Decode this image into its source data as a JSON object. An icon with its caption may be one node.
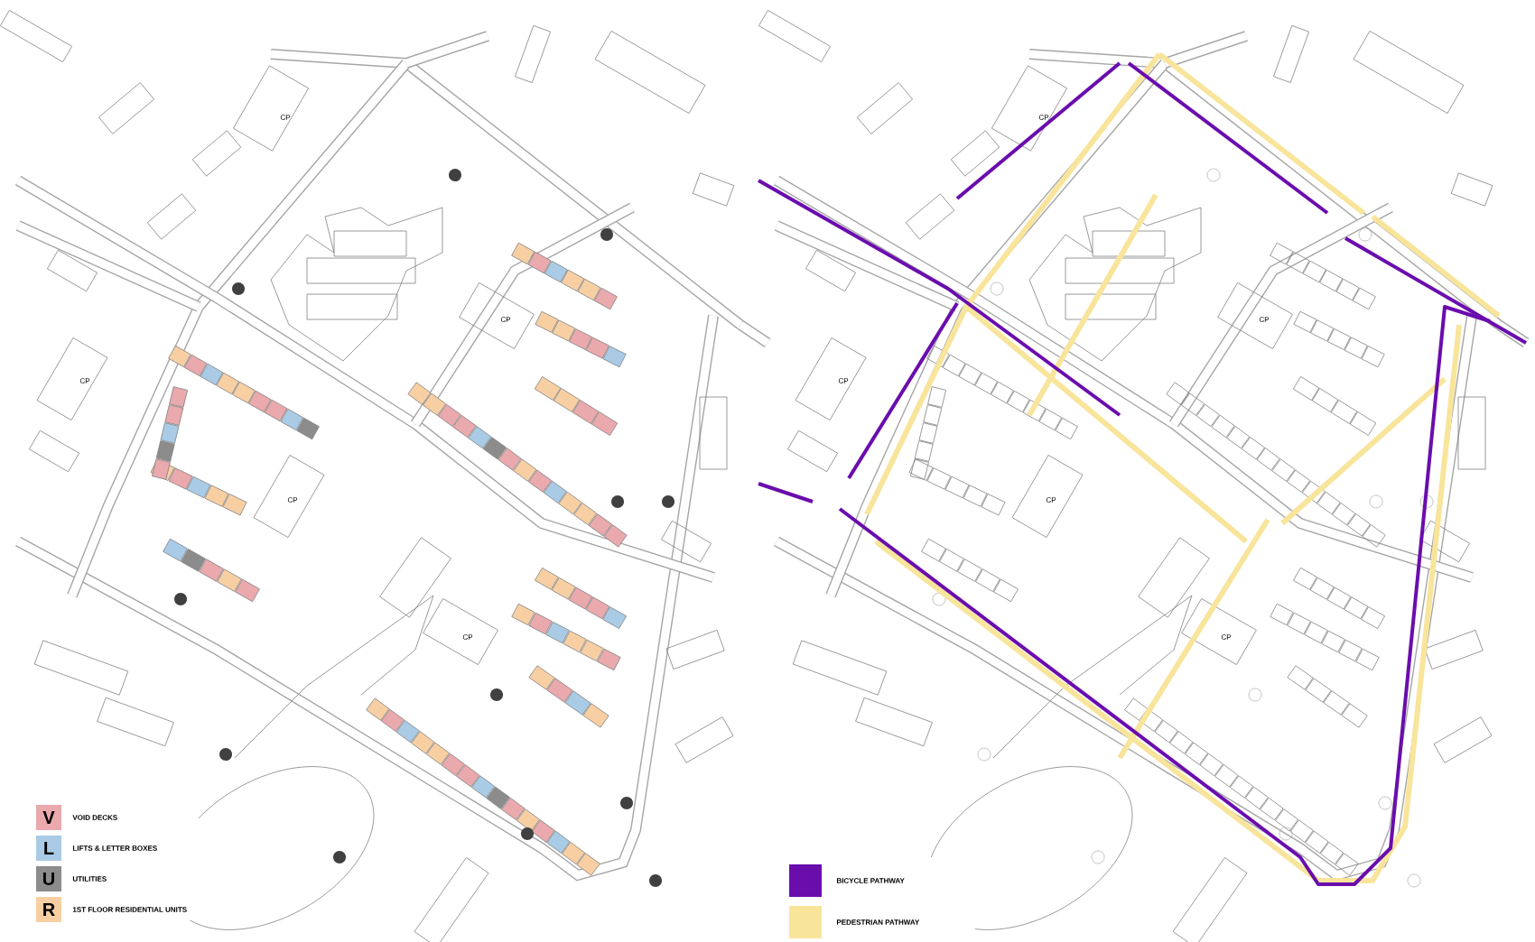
{
  "diagram": {
    "labels": [
      "CP",
      "CP",
      "CP",
      "CP",
      "CP",
      "CP",
      "CP",
      "CP",
      "CP",
      "CP",
      "V",
      "L",
      "U",
      "R"
    ],
    "legend": [
      {
        "text": "VOID DECKS",
        "color": "#eaa9ad"
      },
      {
        "text": "LIFTS & LETTER BOXES",
        "color": "#a9cbe6"
      },
      {
        "text": "UTILITIES",
        "color": "#8c8c8c"
      },
      {
        "text": "1ST FLOOR RESIDENTIAL UNITS",
        "color": "#f7cfa3"
      },
      {
        "text": "BICYCLE PATHWAY",
        "color": "#6a0dad"
      },
      {
        "text": "PEDESTRIAN PATHWAY",
        "color": "#f8e59b"
      }
    ]
  }
}
